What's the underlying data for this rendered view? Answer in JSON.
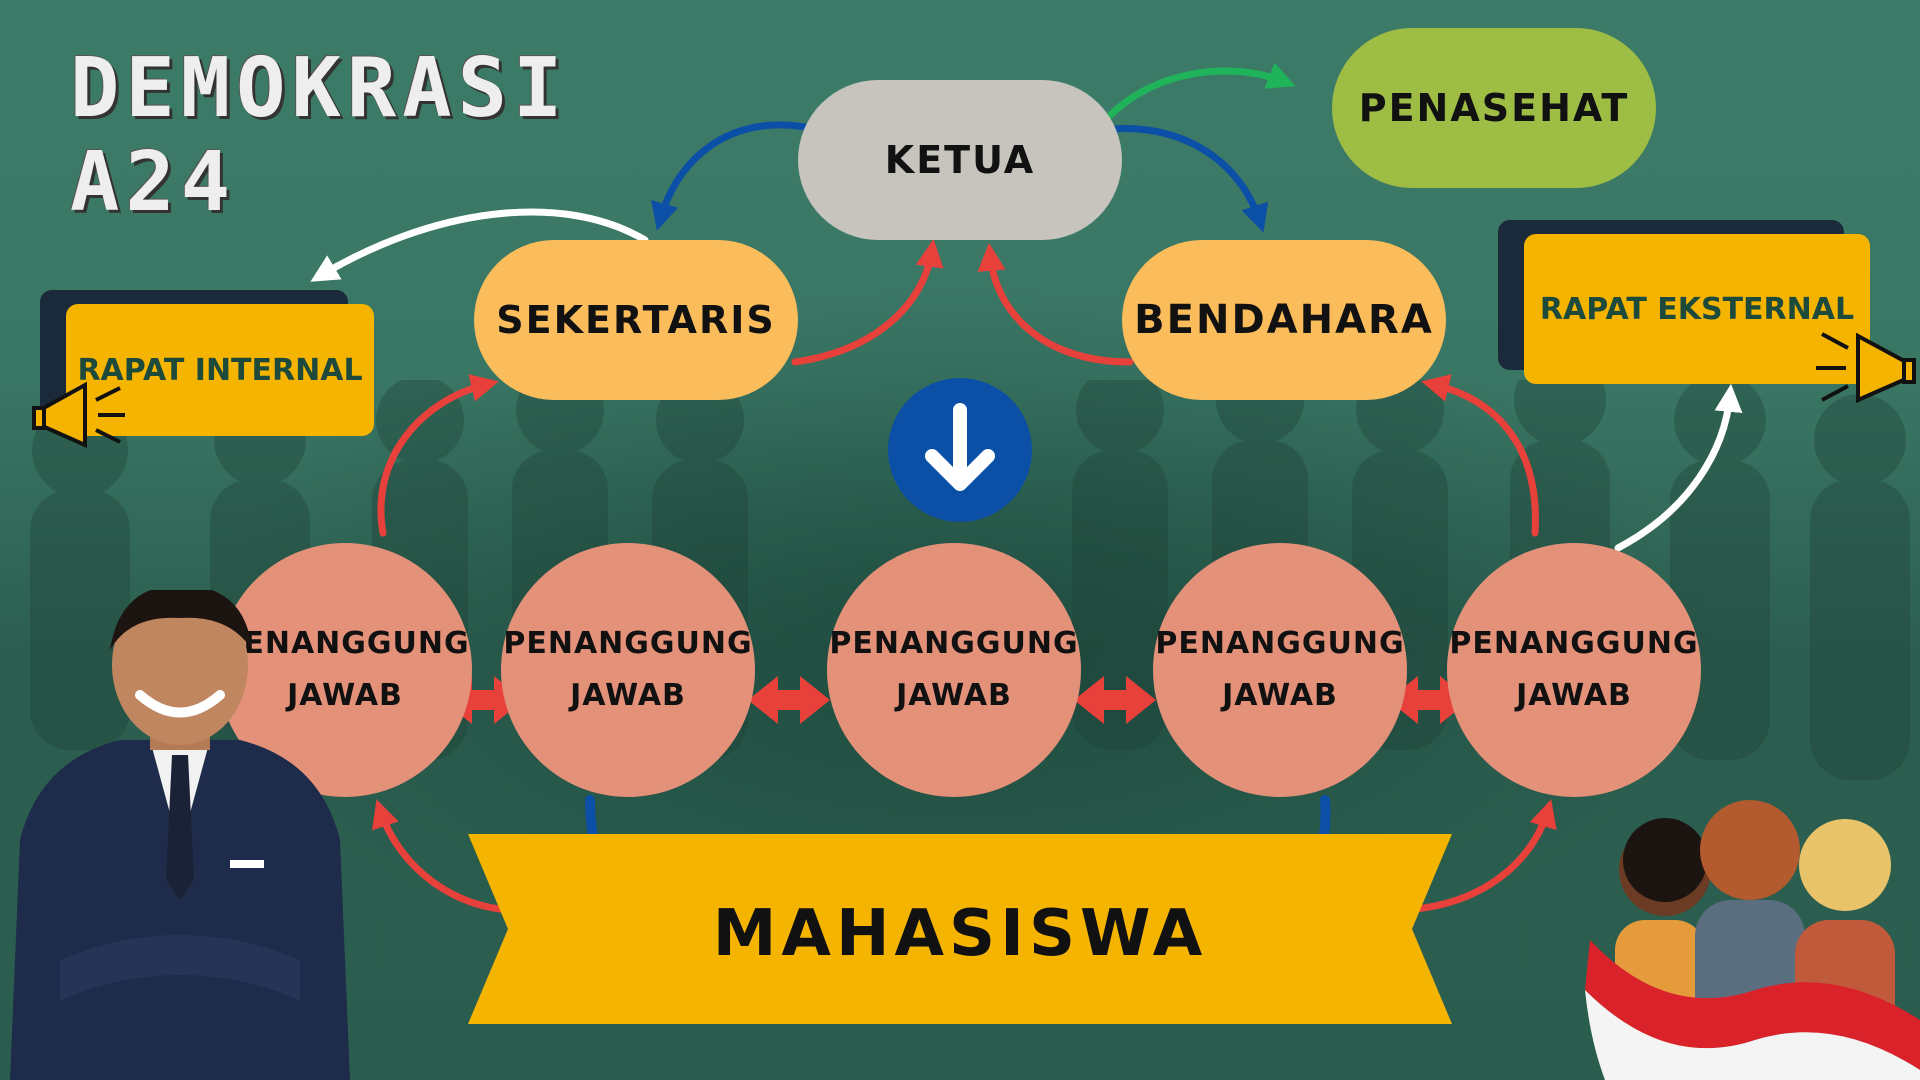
{
  "title": {
    "line1": "DEMOKRASI",
    "line2": "A24"
  },
  "nodes": {
    "ketua": "KETUA",
    "penasehat": "PENASEHAT",
    "sekretaris": "SEKERTARIS",
    "bendahara": "BENDAHARA",
    "rapat_internal": "RAPAT INTERNAL",
    "rapat_eksternal": "RAPAT EKSTERNAL",
    "mahasiswa": "MAHASISWA"
  },
  "penanggung_jawab": [
    {
      "line1": "PENANGGUNG",
      "line2": "JAWAB"
    },
    {
      "line1": "PENANGGUNG",
      "line2": "JAWAB"
    },
    {
      "line1": "PENANGGUNG",
      "line2": "JAWAB"
    },
    {
      "line1": "PENANGGUNG",
      "line2": "JAWAB"
    },
    {
      "line1": "PENANGGUNG",
      "line2": "JAWAB"
    }
  ],
  "colors": {
    "background": "#3f7c6a",
    "ketua": "#c6c4bd",
    "penasehat": "#9ebd45",
    "pill_orange": "#fbbc5b",
    "rapat_box": "#f4b400",
    "circle": "#e4917a",
    "banner": "#f4b400",
    "arrow_red": "#e8403a",
    "arrow_blue": "#0b4fa6",
    "arrow_green": "#1fb35a",
    "arrow_white": "#ffffff"
  },
  "icons": {
    "down": "arrow-down-icon",
    "megaphone": "megaphone-icon"
  }
}
